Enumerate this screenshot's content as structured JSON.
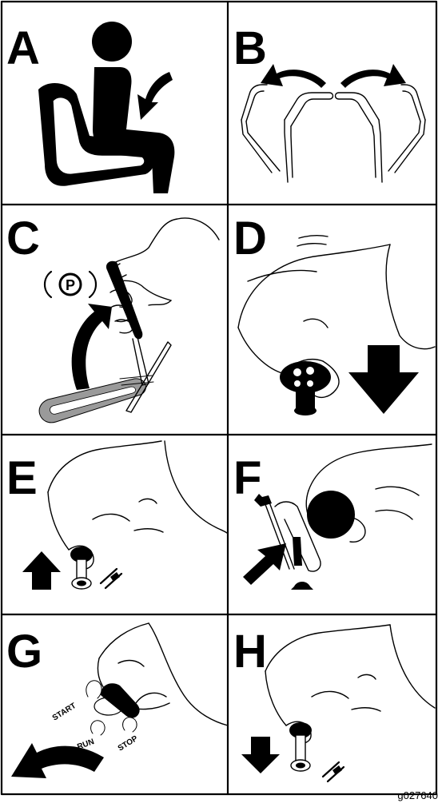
{
  "panels": [
    {
      "letter": "A"
    },
    {
      "letter": "B"
    },
    {
      "letter": "C"
    },
    {
      "letter": "D"
    },
    {
      "letter": "E"
    },
    {
      "letter": "F"
    },
    {
      "letter": "G"
    },
    {
      "letter": "H"
    }
  ],
  "parking_brake_symbol": "P",
  "key_positions": {
    "start": "START",
    "run": "RUN",
    "stop": "STOP"
  },
  "figure_id": "g027640",
  "colors": {
    "ink": "#000000",
    "paper": "#ffffff",
    "chain_gray": "#9a9a9a"
  },
  "icons": [
    "operator-seat-icon",
    "arm-rest-arrows-icon",
    "parking-brake-icon",
    "joystick-icon",
    "pto-knob-icon",
    "throttle-lever-icon",
    "ignition-key-icon",
    "pto-disengage-icon"
  ]
}
